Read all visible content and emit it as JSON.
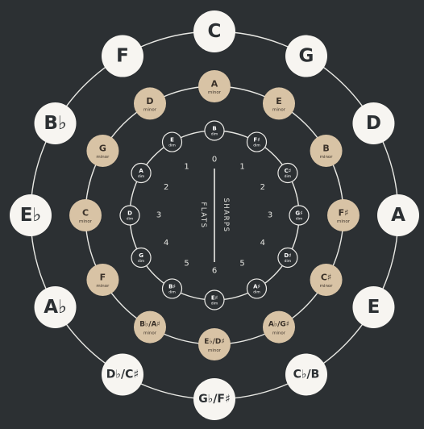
{
  "colors": {
    "background": "#2c3033",
    "major_fill": "#f7f5f1",
    "major_text": "#2c3033",
    "minor_fill": "#d8c3a5",
    "minor_text": "#3a3129",
    "dim_stroke": "#ecebe8",
    "dim_text": "#ffffff",
    "ring_stroke": "#e8e8e4",
    "number_text": "#e5e5e1"
  },
  "major_keys": [
    "C",
    "G",
    "D",
    "A",
    "E",
    "C♭/B",
    "G♭/F♯",
    "D♭/C♯",
    "A♭",
    "E♭",
    "B♭",
    "F"
  ],
  "minor_keys": [
    {
      "note": "A",
      "quality": "minor"
    },
    {
      "note": "E",
      "quality": "minor"
    },
    {
      "note": "B",
      "quality": "minor"
    },
    {
      "note": "F♯",
      "quality": "minor"
    },
    {
      "note": "C♯",
      "quality": "minor"
    },
    {
      "note": "A♭/G♯",
      "quality": "minor"
    },
    {
      "note": "E♭/D♯",
      "quality": "minor"
    },
    {
      "note": "B♭/A♯",
      "quality": "minor"
    },
    {
      "note": "F",
      "quality": "minor"
    },
    {
      "note": "C",
      "quality": "minor"
    },
    {
      "note": "G",
      "quality": "minor"
    },
    {
      "note": "D",
      "quality": "minor"
    }
  ],
  "dim_chords": [
    {
      "note": "B",
      "quality": "dim"
    },
    {
      "note": "F♯",
      "quality": "dim"
    },
    {
      "note": "C♯",
      "quality": "dim"
    },
    {
      "note": "G♯",
      "quality": "dim"
    },
    {
      "note": "D♯",
      "quality": "dim"
    },
    {
      "note": "A♯",
      "quality": "dim"
    },
    {
      "note": "E♯",
      "quality": "dim"
    },
    {
      "note": "B♯",
      "quality": "dim"
    },
    {
      "note": "G",
      "quality": "dim"
    },
    {
      "note": "D",
      "quality": "dim"
    },
    {
      "note": "A",
      "quality": "dim"
    },
    {
      "note": "E",
      "quality": "dim"
    }
  ],
  "accidental_counts": [
    "0",
    "1",
    "2",
    "3",
    "4",
    "5",
    "6",
    "5",
    "4",
    "3",
    "2",
    "1"
  ],
  "center": {
    "flats_label": "FLATS",
    "sharps_label": "SHARPS"
  }
}
